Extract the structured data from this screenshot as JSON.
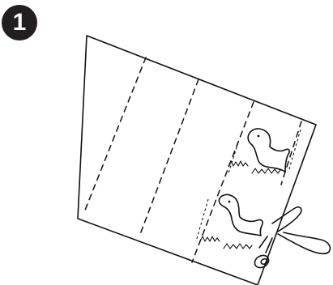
{
  "step": {
    "number": "1"
  },
  "icons": {
    "bird_cutout_top": "bird-shape",
    "bird_cutout_bottom": "bird-shape",
    "scissors": "scissors"
  },
  "colors": {
    "ink": "#111111",
    "badge": "#231f20",
    "paper": "#ffffff"
  }
}
